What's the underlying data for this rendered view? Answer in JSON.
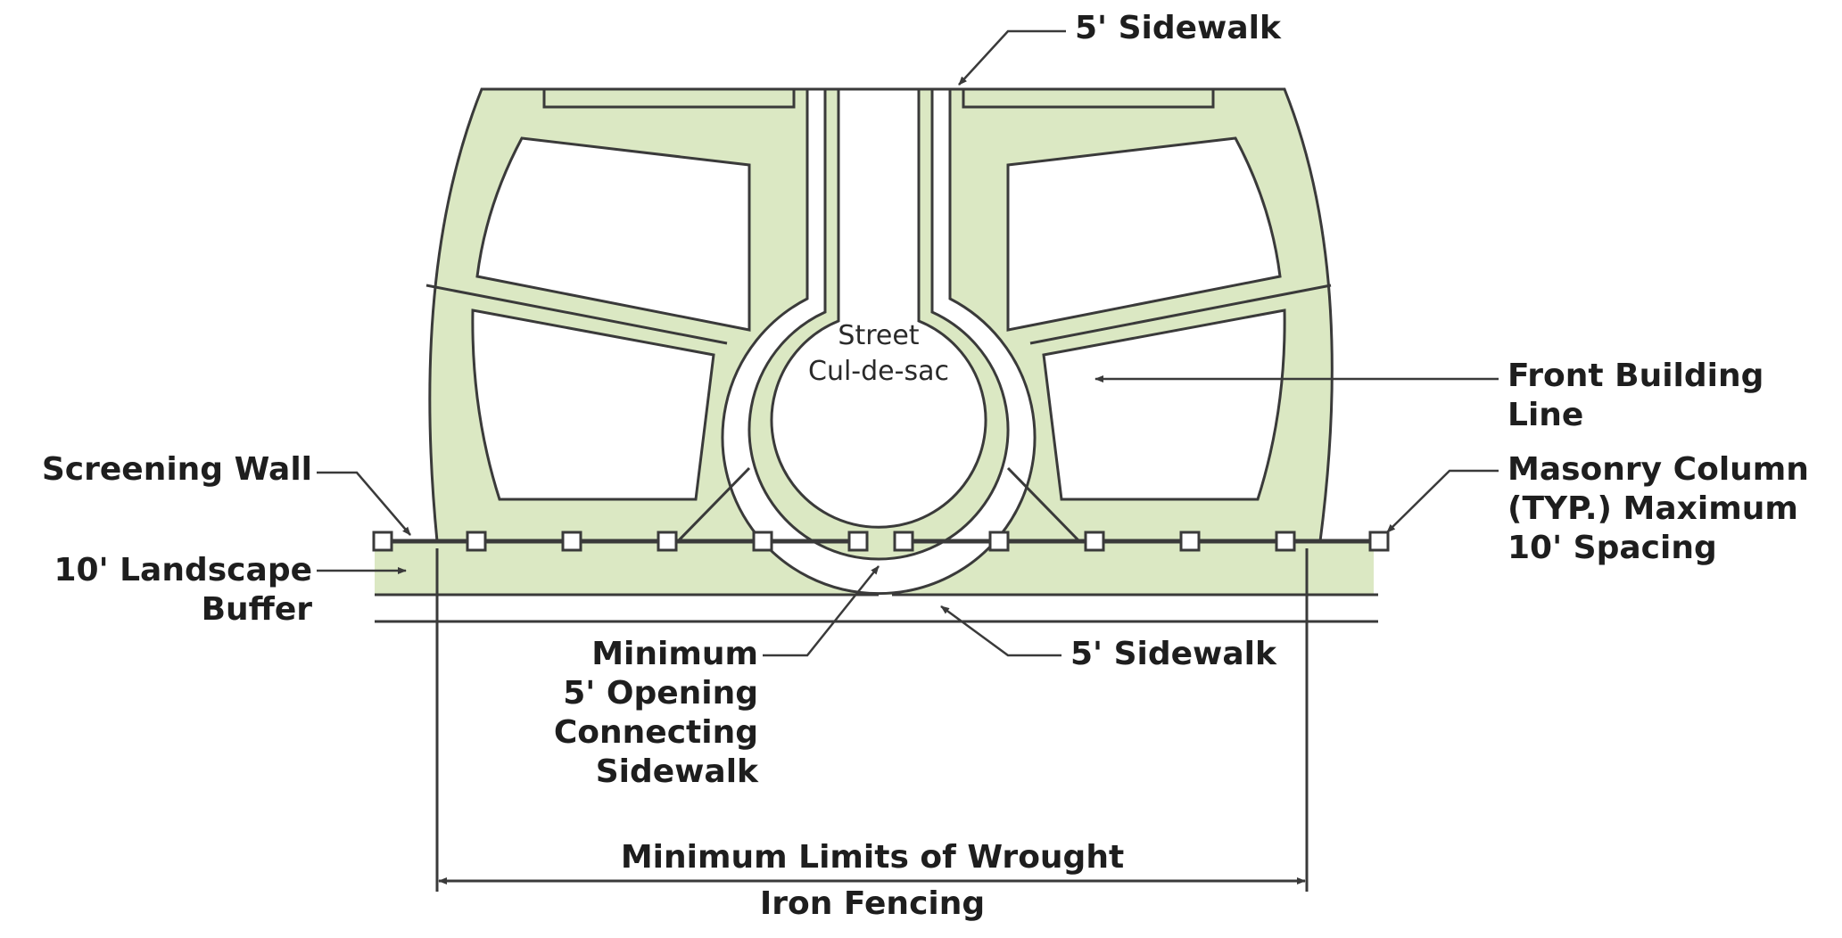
{
  "colors": {
    "fill": "#dbe8c3",
    "line": "#3a3a3a"
  },
  "labels": {
    "sidewalk_top": "5' Sidewalk",
    "street_line1": "Street",
    "street_line2": "Cul-de-sac",
    "front_building_line1": "Front Building",
    "front_building_line2": "Line",
    "screening_wall": "Screening Wall",
    "masonry_line1": "Masonry Column",
    "masonry_line2": "(TYP.) Maximum",
    "masonry_line3": "10' Spacing",
    "landscape_line1": "10' Landscape",
    "landscape_line2": "Buffer",
    "opening_line1": "Minimum",
    "opening_line2": "5' Opening",
    "opening_line3": "Connecting",
    "opening_line4": "Sidewalk",
    "sidewalk_bottom": "5' Sidewalk",
    "fencing_line1": "Minimum Limits of Wrought",
    "fencing_line2": "Iron Fencing"
  }
}
